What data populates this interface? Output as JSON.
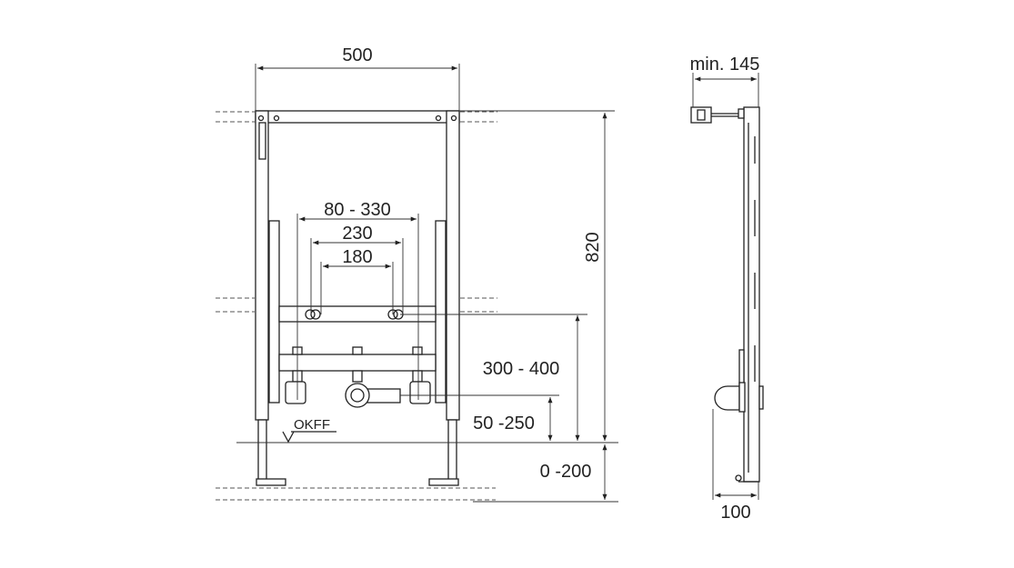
{
  "dimensions": {
    "width": "500",
    "span_max": "80 - 330",
    "span_mid": "230",
    "span_min": "180",
    "height_total": "820",
    "height_connections": "300 - 400",
    "height_drain": "50 -250",
    "feet_adjust": "0 -200",
    "min_depth": "min. 145",
    "depth": "100"
  },
  "labels": {
    "floor_level": "OKFF"
  }
}
